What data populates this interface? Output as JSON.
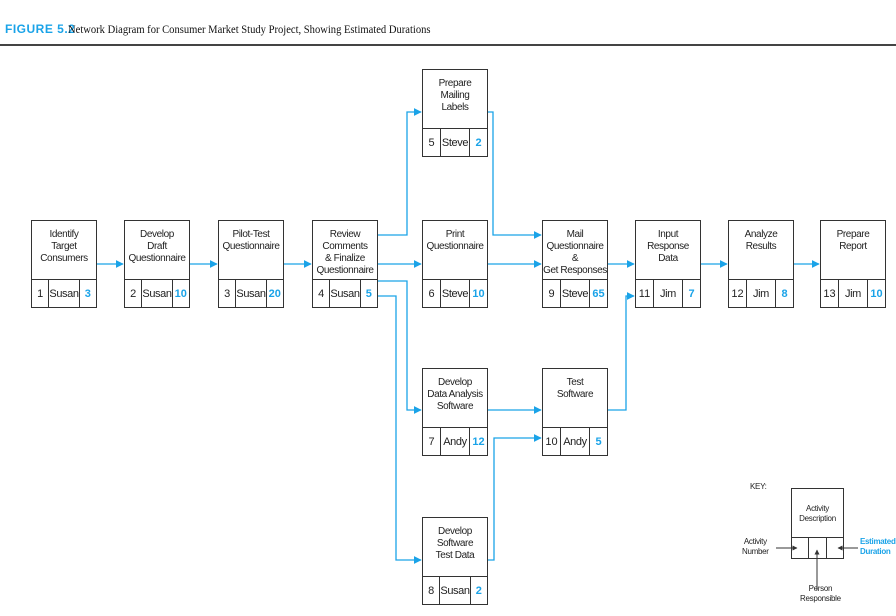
{
  "figure": {
    "label": "FIGURE 5.2",
    "title": "Network Diagram for Consumer Market Study Project, Showing Estimated Durations"
  },
  "colors": {
    "accent": "#1aa3e8",
    "line": "#333333"
  },
  "activities": [
    {
      "number": "1",
      "description": "Identify\nTarget\nConsumers",
      "person": "Susan",
      "duration": "3"
    },
    {
      "number": "2",
      "description": "Develop\nDraft\nQuestionnaire",
      "person": "Susan",
      "duration": "10"
    },
    {
      "number": "3",
      "description": "Pilot-Test\nQuestionnaire",
      "person": "Susan",
      "duration": "20"
    },
    {
      "number": "4",
      "description": "Review Comments\n& Finalize\nQuestionnaire",
      "person": "Susan",
      "duration": "5"
    },
    {
      "number": "5",
      "description": "Prepare\nMailing\nLabels",
      "person": "Steve",
      "duration": "2"
    },
    {
      "number": "6",
      "description": "Print\nQuestionnaire",
      "person": "Steve",
      "duration": "10"
    },
    {
      "number": "7",
      "description": "Develop\nData Analysis\nSoftware",
      "person": "Andy",
      "duration": "12"
    },
    {
      "number": "8",
      "description": "Develop\nSoftware\nTest Data",
      "person": "Susan",
      "duration": "2"
    },
    {
      "number": "9",
      "description": "Mail\nQuestionnaire &\nGet Responses",
      "person": "Steve",
      "duration": "65"
    },
    {
      "number": "10",
      "description": "Test\nSoftware",
      "person": "Andy",
      "duration": "5"
    },
    {
      "number": "11",
      "description": "Input\nResponse\nData",
      "person": "Jim",
      "duration": "7"
    },
    {
      "number": "12",
      "description": "Analyze\nResults",
      "person": "Jim",
      "duration": "8"
    },
    {
      "number": "13",
      "description": "Prepare\nReport",
      "person": "Jim",
      "duration": "10"
    }
  ],
  "dependencies": [
    [
      "1",
      "2"
    ],
    [
      "2",
      "3"
    ],
    [
      "3",
      "4"
    ],
    [
      "4",
      "5"
    ],
    [
      "4",
      "6"
    ],
    [
      "4",
      "7"
    ],
    [
      "4",
      "8"
    ],
    [
      "5",
      "9"
    ],
    [
      "6",
      "9"
    ],
    [
      "7",
      "10"
    ],
    [
      "8",
      "10"
    ],
    [
      "9",
      "11"
    ],
    [
      "10",
      "11"
    ],
    [
      "11",
      "12"
    ],
    [
      "12",
      "13"
    ]
  ],
  "key": {
    "label": "KEY:",
    "description": "Activity\nDescription",
    "number": "Activity\nNumber",
    "person": "Person\nResponsible",
    "duration": "Estimated\nDuration"
  }
}
